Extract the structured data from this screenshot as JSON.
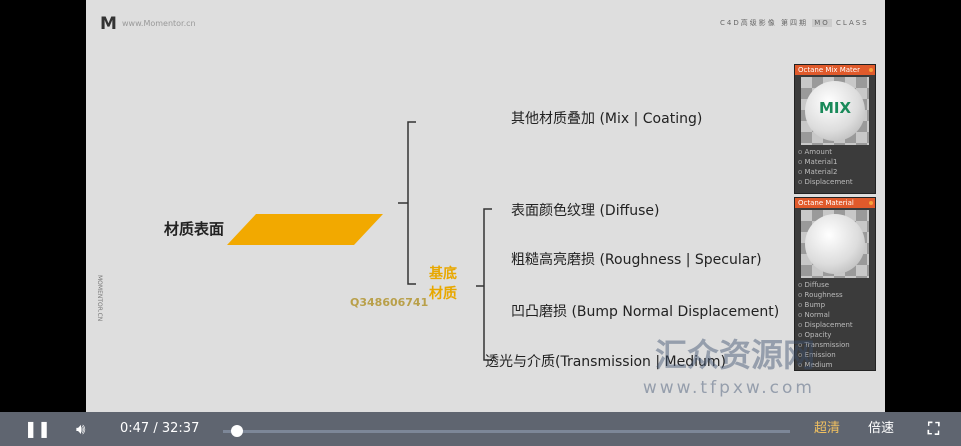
{
  "slide": {
    "logo": "M",
    "site": "www.Momentor.cn",
    "header": {
      "course": "C4D高级影像 第四期",
      "badge": "MO",
      "class": "CLASS"
    },
    "vertical_text": "MOMENTOR.CN",
    "main_label": "材质表面",
    "base_label": "基底材质",
    "qq": "Q348606741",
    "top_item": "其他材质叠加 (Mix | Coating)",
    "items": [
      "表面颜色纹理 (Diffuse)",
      "粗糙高亮磨损 (Roughness | Specular)",
      "凹凸磨损 (Bump Normal Displacement)",
      "透光与介质(Transmission | Medium)"
    ],
    "accent": "#f2a900"
  },
  "nodes": [
    {
      "title": "Octane Mix Mater",
      "preview_text": "MIX",
      "ports": [
        "Amount",
        "Material1",
        "Material2",
        "Displacement"
      ]
    },
    {
      "title": "Octane Material",
      "ports": [
        "Diffuse",
        "Roughness",
        "Bump",
        "Normal",
        "Displacement",
        "Opacity",
        "Transmission",
        "Emission",
        "Medium"
      ]
    }
  ],
  "watermark": {
    "text": "汇众资源网",
    "url": "www.tfpxw.com"
  },
  "player": {
    "current_time": "0:47",
    "separator": "/",
    "duration": "32:37",
    "progress_fraction": 0.024,
    "quality": "超清",
    "speed": "倍速",
    "quality_color": "#f0c060"
  }
}
